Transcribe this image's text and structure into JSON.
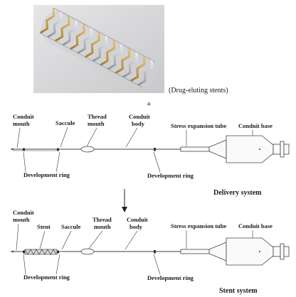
{
  "stent_photo_caption": "(Drug-eluting stents)",
  "plus_sign": "+",
  "delivery": {
    "title": "Delivery system",
    "labels": {
      "conduit_mouth": [
        "Conduit",
        "mouth"
      ],
      "saccule": "Saccule",
      "thread_mouth": [
        "Thread",
        "mouth"
      ],
      "conduit_body": [
        "Conduit",
        "body"
      ],
      "stress_expansion_tube": "Stress expansion tube",
      "conduit_base": "Conduit base",
      "development_ring_left": "Development ring",
      "development_ring_right": "Development ring"
    }
  },
  "stent_system": {
    "title": "Stent system",
    "labels": {
      "conduit_mouth": [
        "Conduit",
        "mouth"
      ],
      "stent": "Stent",
      "saccule": "Saccule",
      "thread_mouth": [
        "Thread",
        "mouth"
      ],
      "conduit_body": [
        "Conduit",
        "body"
      ],
      "stress_expansion_tube": "Stress expansion tube",
      "conduit_base": "Conduit base",
      "development_ring_left": "Development ring",
      "development_ring_right": "Development ring"
    }
  },
  "colors": {
    "stent_gold": "#c9a24a",
    "stent_silver": "#b9bcc4",
    "photo_bg": "#d4d4d6"
  }
}
